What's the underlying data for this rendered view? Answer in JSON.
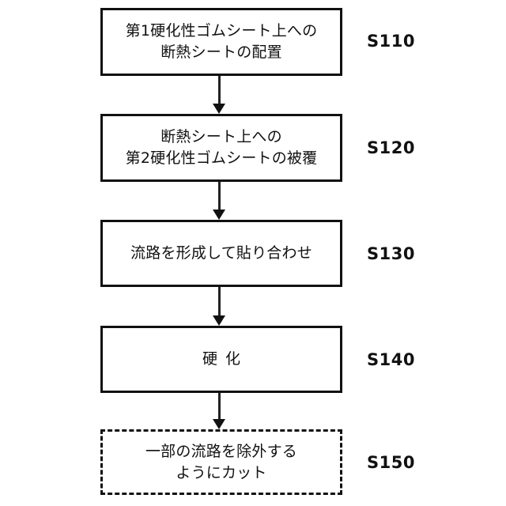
{
  "diagram": {
    "type": "flowchart",
    "orientation": "vertical",
    "background_color": "#ffffff",
    "line_color": "#111111",
    "nodes": [
      {
        "id": "S110",
        "text": "第1硬化性ゴムシート上への\n断熱シートの配置",
        "label": "S110",
        "border": "solid"
      },
      {
        "id": "S120",
        "text": "断熱シート上への\n第2硬化性ゴムシートの被覆",
        "label": "S120",
        "border": "solid"
      },
      {
        "id": "S130",
        "text": "流路を形成して貼り合わせ",
        "label": "S130",
        "border": "solid"
      },
      {
        "id": "S140",
        "text": "硬化",
        "label": "S140",
        "border": "solid"
      },
      {
        "id": "S150",
        "text": "一部の流路を除外する\nようにカット",
        "label": "S150",
        "border": "dashed"
      }
    ],
    "connectors": [
      {
        "from": "S110",
        "to": "S120",
        "marker": "arrow-down"
      },
      {
        "from": "S120",
        "to": "S130",
        "marker": "arrow-down"
      },
      {
        "from": "S130",
        "to": "S140",
        "marker": "arrow-down"
      },
      {
        "from": "S140",
        "to": "S150",
        "marker": "arrow-down"
      }
    ]
  }
}
